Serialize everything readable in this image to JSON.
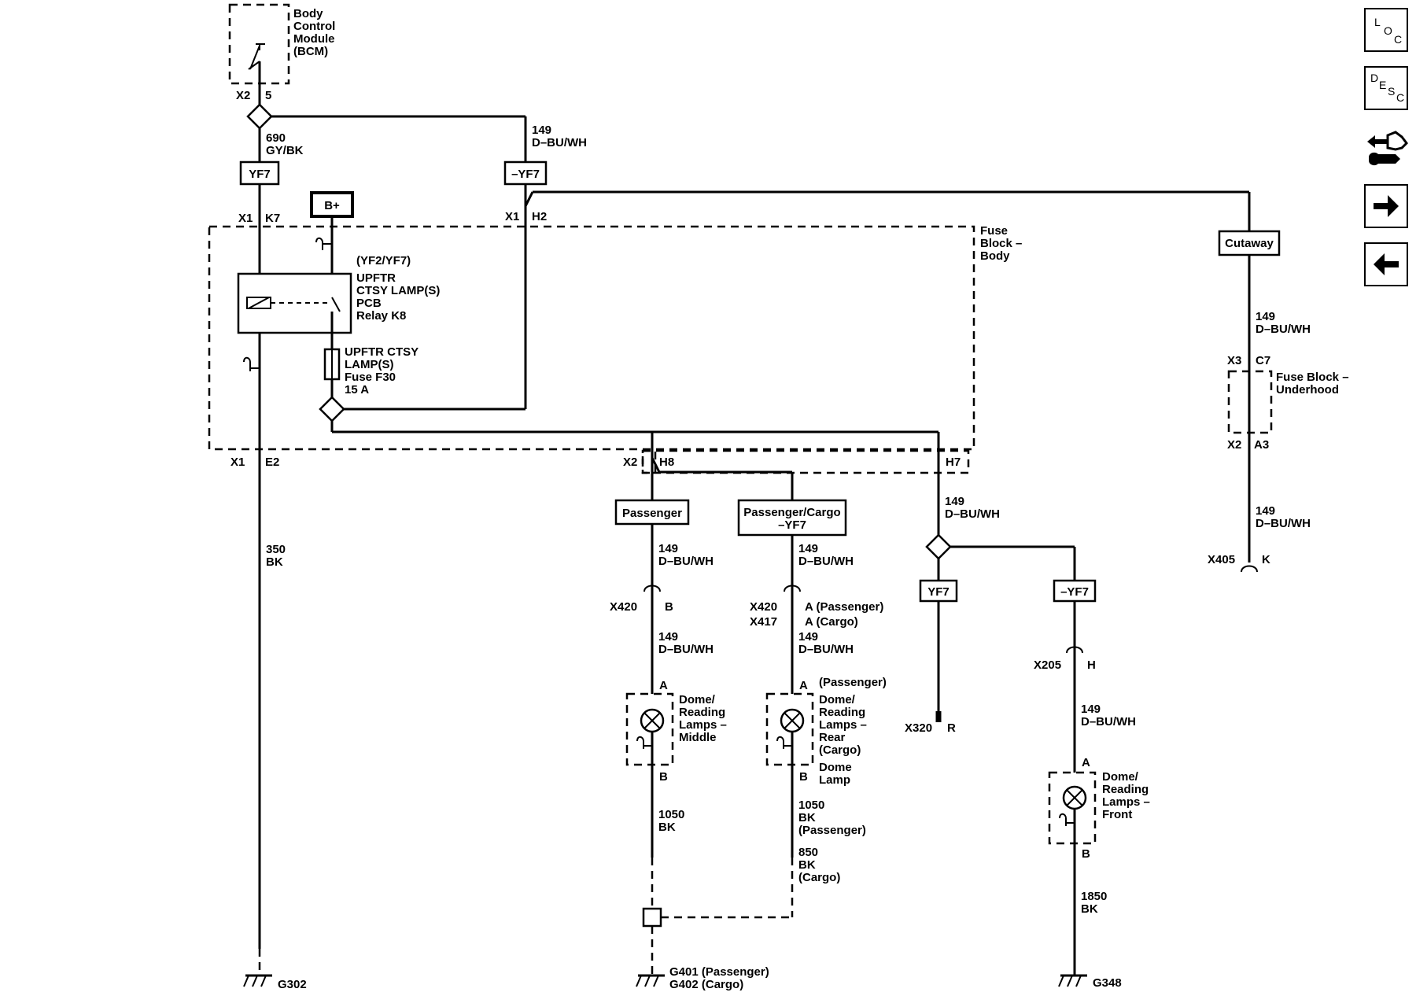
{
  "bcm": {
    "lines": [
      "Body",
      "Control",
      "Module",
      "(BCM)"
    ],
    "conn": "X2",
    "pin": "5"
  },
  "wires": {
    "w690": {
      "num": "690",
      "color": "GY/BK"
    },
    "w149_top": {
      "num": "149",
      "color": "D–BU/WH"
    },
    "w350": {
      "num": "350",
      "color": "BK"
    },
    "w149_h7": {
      "num": "149",
      "color": "D–BU/WH"
    },
    "w149_pass": {
      "num": "149",
      "color": "D–BU/WH"
    },
    "w149_mid": {
      "num": "149",
      "color": "D–BU/WH"
    },
    "w149_cargo": {
      "num": "149",
      "color": "D–BU/WH"
    },
    "w149_cargo2": {
      "num": "149",
      "color": "D–BU/WH"
    },
    "w1050_mid": {
      "num": "1050",
      "color": "BK"
    },
    "w1050_rear": {
      "num": "1050",
      "color": "BK",
      "note": "(Passenger)"
    },
    "w850_rear": {
      "num": "850",
      "color": "BK",
      "note": "(Cargo)"
    },
    "w149_front": {
      "num": "149",
      "color": "D–BU/WH"
    },
    "w1850": {
      "num": "1850",
      "color": "BK"
    },
    "w149_cut1": {
      "num": "149",
      "color": "D–BU/WH"
    },
    "w149_cut2": {
      "num": "149",
      "color": "D–BU/WH"
    }
  },
  "options": {
    "yf7_left": "YF7",
    "nyf7_top": "–YF7",
    "passenger": "Passenger",
    "passcargo": [
      "Passenger/Cargo",
      "–YF7"
    ],
    "yf7_h7": "YF7",
    "nyf7_h7": "–YF7",
    "cutaway": "Cutaway"
  },
  "bplus": "B+",
  "fuse_block_body": {
    "lines": [
      "Fuse",
      "Block –",
      "Body"
    ]
  },
  "relay": {
    "lines": [
      "(YF2/YF7)",
      "UPFTR",
      "CTSY LAMP(S)",
      "PCB",
      "Relay K8"
    ]
  },
  "fuse": {
    "lines": [
      "UPFTR CTSY",
      "LAMP(S)",
      "Fuse F30",
      "15 A"
    ]
  },
  "connectors": {
    "x1_k7": {
      "conn": "X1",
      "pin": "K7"
    },
    "x1_h2": {
      "conn": "X1",
      "pin": "H2"
    },
    "x1_e2": {
      "conn": "X1",
      "pin": "E2"
    },
    "x2_h8": {
      "conn": "X2",
      "pin": "H8"
    },
    "h7": "H7",
    "x420_b": {
      "conn": "X420",
      "pin": "B"
    },
    "x420_a": {
      "conn": "X420",
      "pin": "A (Passenger)"
    },
    "x417_a": {
      "conn": "X417",
      "pin": "A (Cargo)"
    },
    "x320_r": {
      "conn": "X320",
      "pin": "R"
    },
    "x205_h": {
      "conn": "X205",
      "pin": "H"
    },
    "x3_c7": {
      "conn": "X3",
      "pin": "C7"
    },
    "x2_a3": {
      "conn": "X2",
      "pin": "A3"
    },
    "x405_k": {
      "conn": "X405",
      "pin": "K"
    }
  },
  "fuse_block_underhood": {
    "lines": [
      "Fuse Block –",
      "Underhood"
    ]
  },
  "lamp_middle": {
    "pin_a": "A",
    "pin_b": "B",
    "lines": [
      "Dome/",
      "Reading",
      "Lamps –",
      "Middle"
    ]
  },
  "lamp_rear": {
    "pin_a": "A",
    "pin_b": "B",
    "top_note": "(Passenger)",
    "lines": [
      "Dome/",
      "Reading",
      "Lamps –",
      "Rear",
      "(Cargo)",
      "Dome",
      "Lamp"
    ]
  },
  "lamp_front": {
    "pin_a": "A",
    "pin_b": "B",
    "lines": [
      "Dome/",
      "Reading",
      "Lamps –",
      "Front"
    ]
  },
  "grounds": {
    "g302": "G302",
    "g401": "G401 (Passenger)",
    "g402": "G402 (Cargo)",
    "g348": "G348"
  },
  "nav": {
    "loc": {
      "l1": "L",
      "l2": "O",
      "l3": "C"
    },
    "desc": {
      "l1": "D",
      "l2": "E",
      "l3": "S",
      "l4": "C"
    }
  }
}
